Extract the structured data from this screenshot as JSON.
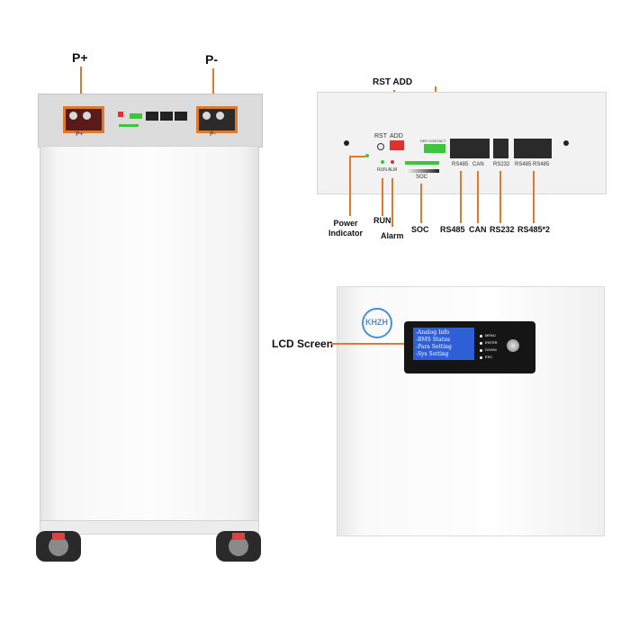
{
  "left_unit": {
    "positive_label": "P+",
    "negative_label": "P-",
    "panel_positive_text": "P+",
    "panel_negative_text": "P-"
  },
  "io_panel": {
    "callouts": {
      "rst_add": "RST ADD",
      "power_indicator": "Power Indicator",
      "run": "RUN",
      "alarm": "Alarm",
      "soc": "SOC",
      "rs485": "RS485",
      "can": "CAN",
      "rs232": "RS232",
      "rs485x2": "RS485*2"
    },
    "panel_text": {
      "rst": "RST",
      "add": "ADD",
      "dry_contact": "DRY CONTACT",
      "run_alm": "RUN ALM",
      "soc": "SOC",
      "rs485": "RS485",
      "can": "CAN",
      "rs232": "RS232",
      "rs485_a": "RS485",
      "rs485_b": "RS485"
    }
  },
  "lcd_unit": {
    "callout": "LCD Screen",
    "logo_text": "KHZH",
    "screen_lines": [
      "-Analog Info",
      "-BMS Status",
      "-Para Setting",
      "-Sys Setting"
    ],
    "buttons": [
      "MENU",
      "ENTER",
      "DOWN",
      "ESC"
    ]
  },
  "colors": {
    "accent_orange": "#e07a2a",
    "screen_blue": "#2f5fd6",
    "led_green": "#3ec43e"
  }
}
